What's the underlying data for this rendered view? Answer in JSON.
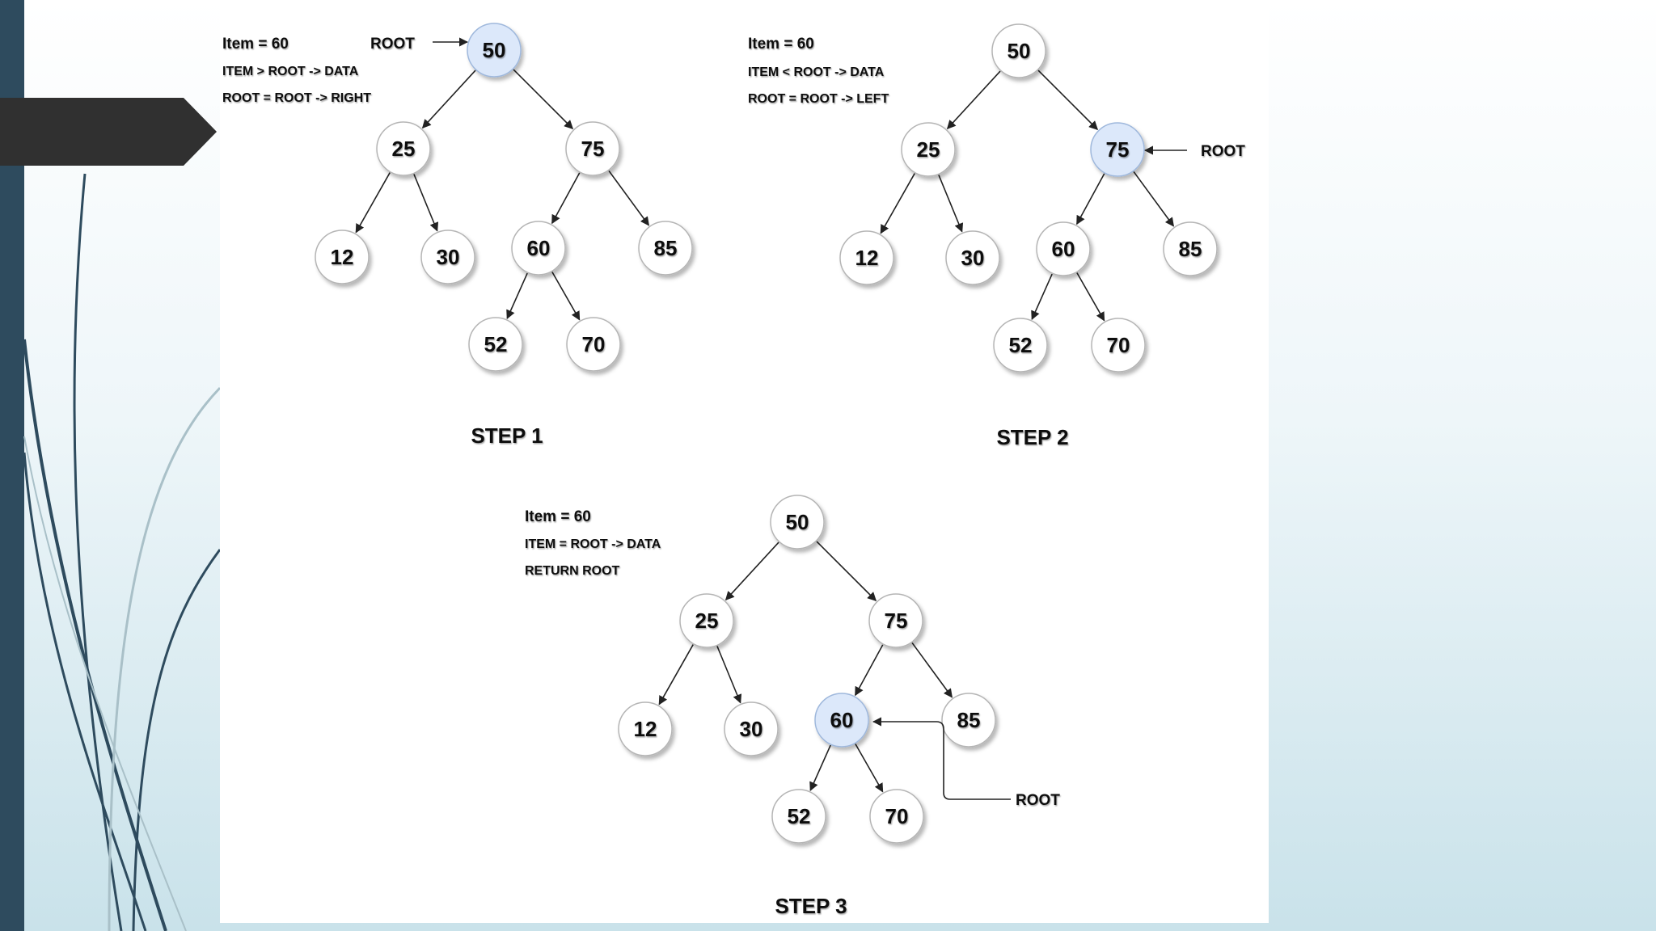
{
  "colors": {
    "sidebar": "#2e4b5e",
    "banner": "#303030",
    "highlight": "#dce8fa"
  },
  "steps": [
    {
      "label": "STEP 1",
      "notes": [
        "Item = 60",
        "ITEM > ROOT -> DATA",
        "ROOT = ROOT -> RIGHT"
      ],
      "root_label": "ROOT",
      "highlight": "50",
      "nodes": [
        "50",
        "25",
        "75",
        "12",
        "30",
        "60",
        "85",
        "52",
        "70"
      ]
    },
    {
      "label": "STEP 2",
      "notes": [
        "Item = 60",
        "ITEM < ROOT -> DATA",
        "ROOT = ROOT -> LEFT"
      ],
      "root_label": "ROOT",
      "highlight": "75",
      "nodes": [
        "50",
        "25",
        "75",
        "12",
        "30",
        "60",
        "85",
        "52",
        "70"
      ]
    },
    {
      "label": "STEP 3",
      "notes": [
        "Item = 60",
        "ITEM = ROOT -> DATA",
        "RETURN ROOT"
      ],
      "root_label": "ROOT",
      "highlight": "60",
      "nodes": [
        "50",
        "25",
        "75",
        "12",
        "30",
        "60",
        "85",
        "52",
        "70"
      ]
    }
  ]
}
